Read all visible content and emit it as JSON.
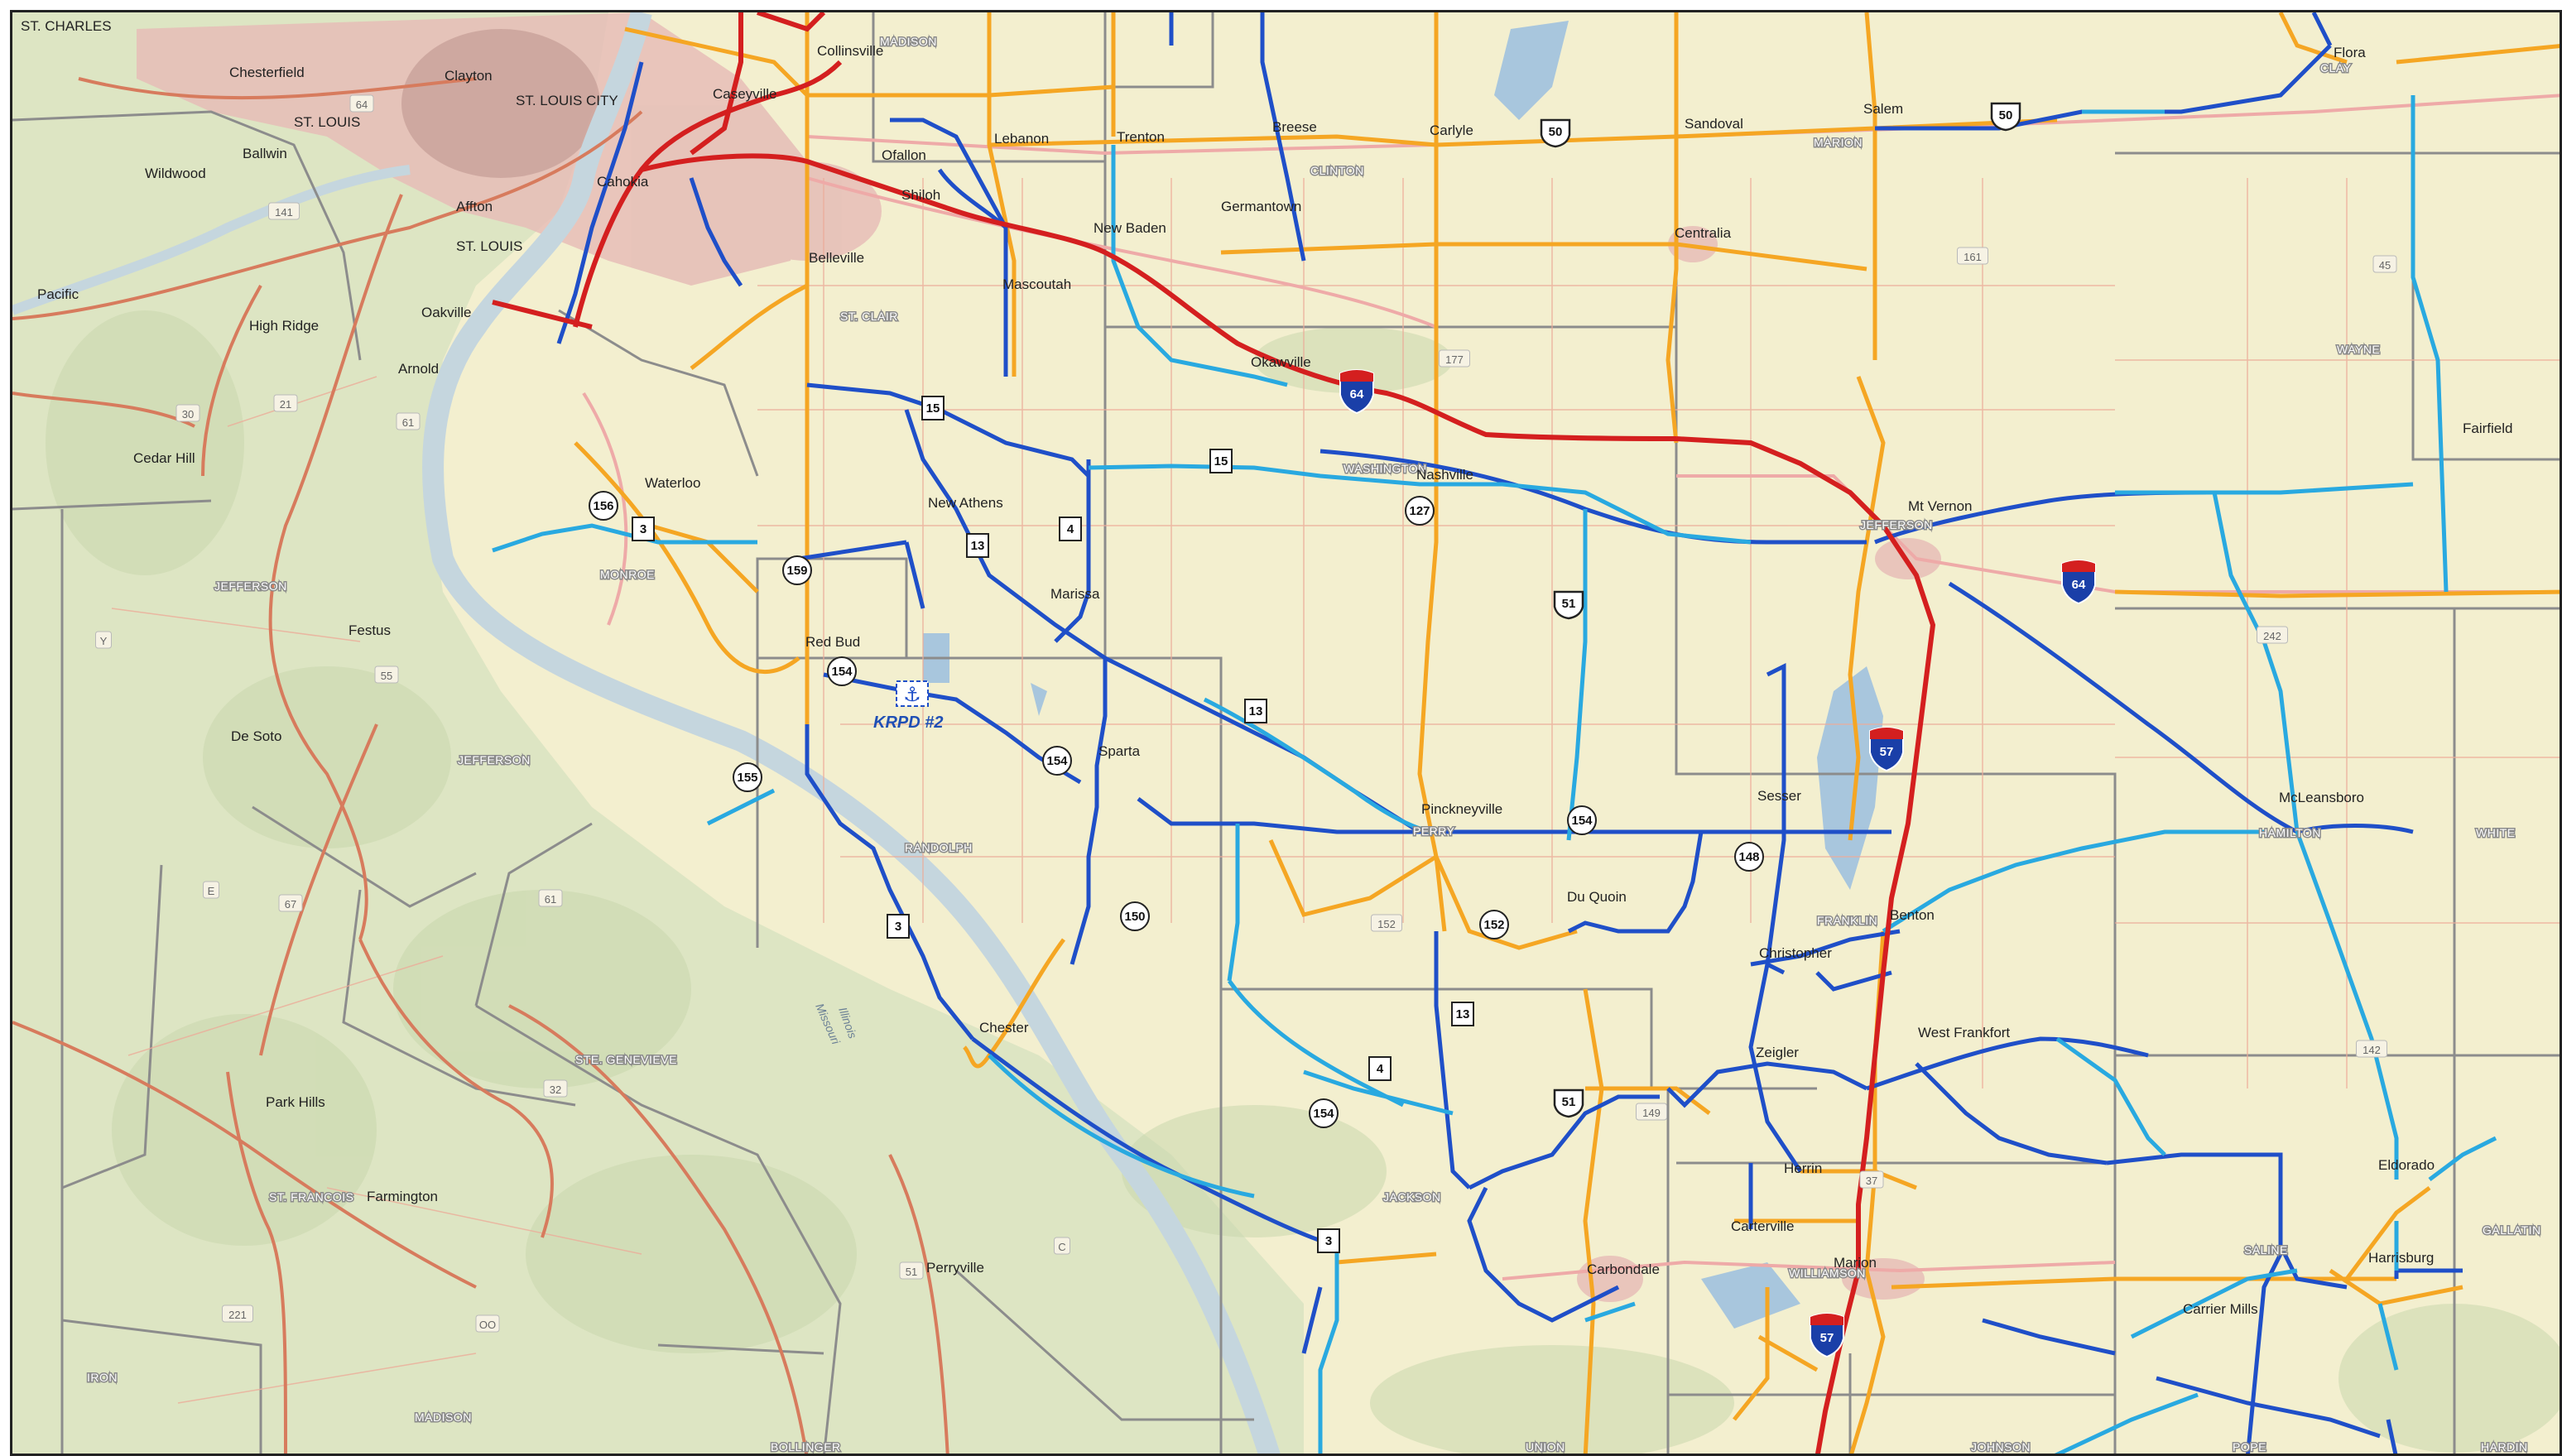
{
  "colors": {
    "background": "#f3efcf",
    "missouri_terrain": "#dfe6c8",
    "urban": "#e8c2bf",
    "river": "#c9d9e2",
    "interstate": "#d41f1f",
    "orange_route": "#f5a623",
    "dark_blue_route": "#1f4fc8",
    "light_blue_route": "#29a9e0",
    "county_line": "#8c8c8c",
    "local_road": "#f0a090"
  },
  "poi": {
    "name": "KRPD #2",
    "icon": "anchor-icon"
  },
  "towns": [
    {
      "id": "st-charles",
      "label": "ST. CHARLES"
    },
    {
      "id": "chesterfield",
      "label": "Chesterfield"
    },
    {
      "id": "clayton",
      "label": "Clayton"
    },
    {
      "id": "st-louis-city",
      "label": "ST. LOUIS CITY"
    },
    {
      "id": "st-louis",
      "label": "ST. LOUIS"
    },
    {
      "id": "ballwin",
      "label": "Ballwin"
    },
    {
      "id": "wildwood",
      "label": "Wildwood"
    },
    {
      "id": "affton",
      "label": "Affton"
    },
    {
      "id": "st-louis-county",
      "label": "ST. LOUIS"
    },
    {
      "id": "pacific",
      "label": "Pacific"
    },
    {
      "id": "high-ridge",
      "label": "High Ridge"
    },
    {
      "id": "oakville",
      "label": "Oakville"
    },
    {
      "id": "arnold",
      "label": "Arnold"
    },
    {
      "id": "cedar-hill",
      "label": "Cedar Hill"
    },
    {
      "id": "festus",
      "label": "Festus"
    },
    {
      "id": "de-soto",
      "label": "De Soto"
    },
    {
      "id": "park-hills",
      "label": "Park Hills"
    },
    {
      "id": "farmington",
      "label": "Farmington"
    },
    {
      "id": "perryville",
      "label": "Perryville"
    },
    {
      "id": "collinsville",
      "label": "Collinsville"
    },
    {
      "id": "casseyville",
      "label": "Caseyville"
    },
    {
      "id": "cahokia",
      "label": "Cahokia"
    },
    {
      "id": "ofallon",
      "label": "Ofallon"
    },
    {
      "id": "shiloh",
      "label": "Shiloh"
    },
    {
      "id": "lebanon",
      "label": "Lebanon"
    },
    {
      "id": "trenton",
      "label": "Trenton"
    },
    {
      "id": "breese",
      "label": "Breese"
    },
    {
      "id": "carlyle",
      "label": "Carlyle"
    },
    {
      "id": "belleville",
      "label": "Belleville"
    },
    {
      "id": "mascoutah",
      "label": "Mascoutah"
    },
    {
      "id": "new-baden",
      "label": "New Baden"
    },
    {
      "id": "germantown",
      "label": "Germantown"
    },
    {
      "id": "okawville",
      "label": "Okawville"
    },
    {
      "id": "nashville",
      "label": "Nashville"
    },
    {
      "id": "sandoval",
      "label": "Sandoval"
    },
    {
      "id": "salem",
      "label": "Salem"
    },
    {
      "id": "centralia",
      "label": "Centralia"
    },
    {
      "id": "flora",
      "label": "Flora"
    },
    {
      "id": "fairfield",
      "label": "Fairfield"
    },
    {
      "id": "mt-vernon",
      "label": "Mt Vernon"
    },
    {
      "id": "waterloo",
      "label": "Waterloo"
    },
    {
      "id": "new-athens",
      "label": "New Athens"
    },
    {
      "id": "marissa",
      "label": "Marissa"
    },
    {
      "id": "red-bud",
      "label": "Red Bud"
    },
    {
      "id": "sparta",
      "label": "Sparta"
    },
    {
      "id": "pinckneyville",
      "label": "Pinckneyville"
    },
    {
      "id": "du-quoin",
      "label": "Du Quoin"
    },
    {
      "id": "sesser",
      "label": "Sesser"
    },
    {
      "id": "benton",
      "label": "Benton"
    },
    {
      "id": "christopher",
      "label": "Christopher"
    },
    {
      "id": "mcleansboro",
      "label": "McLeansboro"
    },
    {
      "id": "zeigler",
      "label": "Zeigler"
    },
    {
      "id": "west-frankfort",
      "label": "West Frankfort"
    },
    {
      "id": "chester",
      "label": "Chester"
    },
    {
      "id": "herrin",
      "label": "Herrin"
    },
    {
      "id": "carterville",
      "label": "Carterville"
    },
    {
      "id": "carbondale",
      "label": "Carbondale"
    },
    {
      "id": "marion",
      "label": "Marion"
    },
    {
      "id": "harrisburg",
      "label": "Harrisburg"
    },
    {
      "id": "carrier-mills",
      "label": "Carrier Mills"
    },
    {
      "id": "eldorado",
      "label": "Eldorado"
    }
  ],
  "counties": [
    {
      "id": "madison",
      "label": "MADISON"
    },
    {
      "id": "st-clair",
      "label": "ST. CLAIR"
    },
    {
      "id": "clinton",
      "label": "CLINTON"
    },
    {
      "id": "marion-co",
      "label": "MARION"
    },
    {
      "id": "clay",
      "label": "CLAY"
    },
    {
      "id": "wayne",
      "label": "WAYNE"
    },
    {
      "id": "monroe",
      "label": "MONROE"
    },
    {
      "id": "washington",
      "label": "WASHINGTON"
    },
    {
      "id": "jefferson-il",
      "label": "JEFFERSON"
    },
    {
      "id": "jefferson-mo",
      "label": "JEFFERSON"
    },
    {
      "id": "jefferson-mo2",
      "label": "JEFFERSON"
    },
    {
      "id": "randolph",
      "label": "RANDOLPH"
    },
    {
      "id": "perry",
      "label": "PERRY"
    },
    {
      "id": "franklin",
      "label": "FRANKLIN"
    },
    {
      "id": "hamilton",
      "label": "HAMILTON"
    },
    {
      "id": "white",
      "label": "WHITE"
    },
    {
      "id": "ste-genevieve",
      "label": "STE. GENEVIEVE"
    },
    {
      "id": "st-francois",
      "label": "ST. FRANCOIS"
    },
    {
      "id": "jackson",
      "label": "JACKSON"
    },
    {
      "id": "williamson",
      "label": "WILLIAMSON"
    },
    {
      "id": "saline",
      "label": "SALINE"
    },
    {
      "id": "gallatin",
      "label": "GALLATIN"
    },
    {
      "id": "iron",
      "label": "IRON"
    },
    {
      "id": "madison-mo",
      "label": "MADISON"
    },
    {
      "id": "bollinger",
      "label": "BOLLINGER"
    },
    {
      "id": "union",
      "label": "UNION"
    },
    {
      "id": "johnson",
      "label": "JOHNSON"
    },
    {
      "id": "pope",
      "label": "POPE"
    },
    {
      "id": "hardin",
      "label": "HARDIN"
    }
  ],
  "route_shields": [
    {
      "id": "r156",
      "label": "156",
      "kind": "circle"
    },
    {
      "id": "r3a",
      "label": "3",
      "kind": "square"
    },
    {
      "id": "r159",
      "label": "159",
      "kind": "circle"
    },
    {
      "id": "r15a",
      "label": "15",
      "kind": "square"
    },
    {
      "id": "r15b",
      "label": "15",
      "kind": "square"
    },
    {
      "id": "r13a",
      "label": "13",
      "kind": "square"
    },
    {
      "id": "r4a",
      "label": "4",
      "kind": "square"
    },
    {
      "id": "r154a",
      "label": "154",
      "kind": "circle"
    },
    {
      "id": "r155",
      "label": "155",
      "kind": "circle"
    },
    {
      "id": "r154b",
      "label": "154",
      "kind": "circle"
    },
    {
      "id": "r13b",
      "label": "13",
      "kind": "square"
    },
    {
      "id": "r127",
      "label": "127",
      "kind": "circle"
    },
    {
      "id": "r51a",
      "label": "51",
      "kind": "us"
    },
    {
      "id": "r154c",
      "label": "154",
      "kind": "circle"
    },
    {
      "id": "r148",
      "label": "148",
      "kind": "circle"
    },
    {
      "id": "r3b",
      "label": "3",
      "kind": "square"
    },
    {
      "id": "r150",
      "label": "150",
      "kind": "circle"
    },
    {
      "id": "r152",
      "label": "152",
      "kind": "circle"
    },
    {
      "id": "r13c",
      "label": "13",
      "kind": "square"
    },
    {
      "id": "r4b",
      "label": "4",
      "kind": "square"
    },
    {
      "id": "r154d",
      "label": "154",
      "kind": "circle"
    },
    {
      "id": "r51b",
      "label": "51",
      "kind": "us"
    },
    {
      "id": "r3c",
      "label": "3",
      "kind": "square"
    },
    {
      "id": "r50a",
      "label": "50",
      "kind": "us"
    },
    {
      "id": "r50b",
      "label": "50",
      "kind": "us"
    }
  ],
  "interstate_shields": [
    {
      "id": "i64a",
      "label": "64"
    },
    {
      "id": "i64b",
      "label": "64"
    },
    {
      "id": "i57a",
      "label": "57"
    },
    {
      "id": "i57b",
      "label": "57"
    }
  ],
  "river_labels": [
    {
      "id": "missouri-river",
      "label": "Missouri"
    },
    {
      "id": "illinois-river",
      "label": "Illinois"
    }
  ],
  "base_road_labels": [
    {
      "id": "b64",
      "label": "64"
    },
    {
      "id": "b141",
      "label": "141"
    },
    {
      "id": "b30",
      "label": "30"
    },
    {
      "id": "b21",
      "label": "21"
    },
    {
      "id": "b61",
      "label": "61"
    },
    {
      "id": "b55",
      "label": "55"
    },
    {
      "id": "b67",
      "label": "67"
    },
    {
      "id": "b61b",
      "label": "61"
    },
    {
      "id": "bE",
      "label": "E"
    },
    {
      "id": "bY",
      "label": "Y"
    },
    {
      "id": "b32",
      "label": "32"
    },
    {
      "id": "b221",
      "label": "221"
    },
    {
      "id": "b00",
      "label": "OO"
    },
    {
      "id": "b51",
      "label": "51"
    },
    {
      "id": "bC",
      "label": "C"
    },
    {
      "id": "b177",
      "label": "177"
    },
    {
      "id": "b161",
      "label": "161"
    },
    {
      "id": "b45",
      "label": "45"
    },
    {
      "id": "b242",
      "label": "242"
    },
    {
      "id": "b142",
      "label": "142"
    },
    {
      "id": "b152",
      "label": "152"
    },
    {
      "id": "b149",
      "label": "149"
    },
    {
      "id": "b37",
      "label": "37"
    }
  ]
}
